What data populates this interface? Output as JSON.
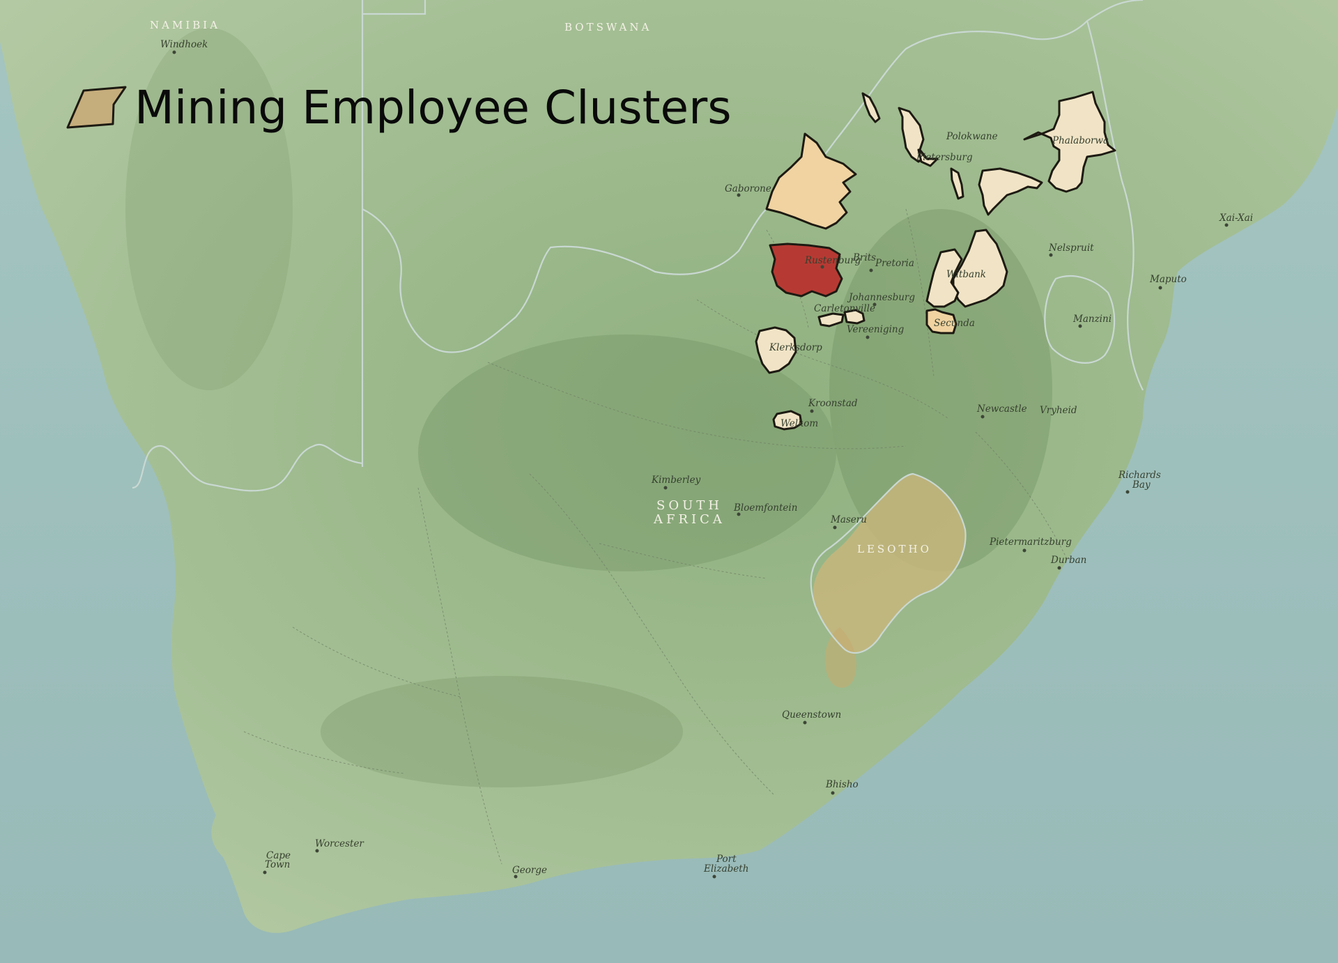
{
  "legend": {
    "title": "Mining Employee Clusters",
    "swatch_color": "#c6ad7c",
    "icon": "polygon-swatch-icon"
  },
  "countries": {
    "namibia": "NAMIBIA",
    "botswana": "BOTSWANA",
    "south_africa_line1": "SOUTH",
    "south_africa_line2": "AFRICA",
    "lesotho": "LESOTHO"
  },
  "cities": {
    "windhoek": "Windhoek",
    "gaborone": "Gaborone",
    "polokwane": "Polokwane",
    "pietersburg": "Pietersburg",
    "brits": "Brits",
    "pretoria": "Pretoria",
    "rustenburg": "Rustenburg",
    "johannesburg": "Johannesburg",
    "carletonville": "Carletonville",
    "vereeniging": "Vereeniging",
    "klerksdorp": "Klerksdorp",
    "kroonstad": "Kroonstad",
    "welkom": "Welkom",
    "nelspruit": "Nelspruit",
    "witbank": "Witbank",
    "secunda": "Secunda",
    "phalaborwa": "Phalaborwa",
    "xai_xai": "Xai-Xai",
    "maputo": "Maputo",
    "manzini": "Manzini",
    "newcastle": "Newcastle",
    "vryheid": "Vryheid",
    "kimberley": "Kimberley",
    "bloemfontein": "Bloemfontein",
    "maseru": "Maseru",
    "richards_bay_1": "Richards",
    "richards_bay_2": "Bay",
    "pietermaritzburg": "Pietermaritzburg",
    "durban": "Durban",
    "queenstown": "Queenstown",
    "bhisho": "Bhisho",
    "worcester": "Worcester",
    "cape_town_1": "Cape",
    "cape_town_2": "Town",
    "george": "George",
    "port_elizabeth_1": "Port",
    "port_elizabeth_2": "Elizabeth"
  },
  "colors": {
    "ocean": "#9dbfbd",
    "land": "#a9c39a",
    "cluster_light": "#f1e4c6",
    "cluster_tan": "#f0d3a1",
    "cluster_highlight": "#b63a33",
    "lesotho_relief": "#c9b67c"
  }
}
